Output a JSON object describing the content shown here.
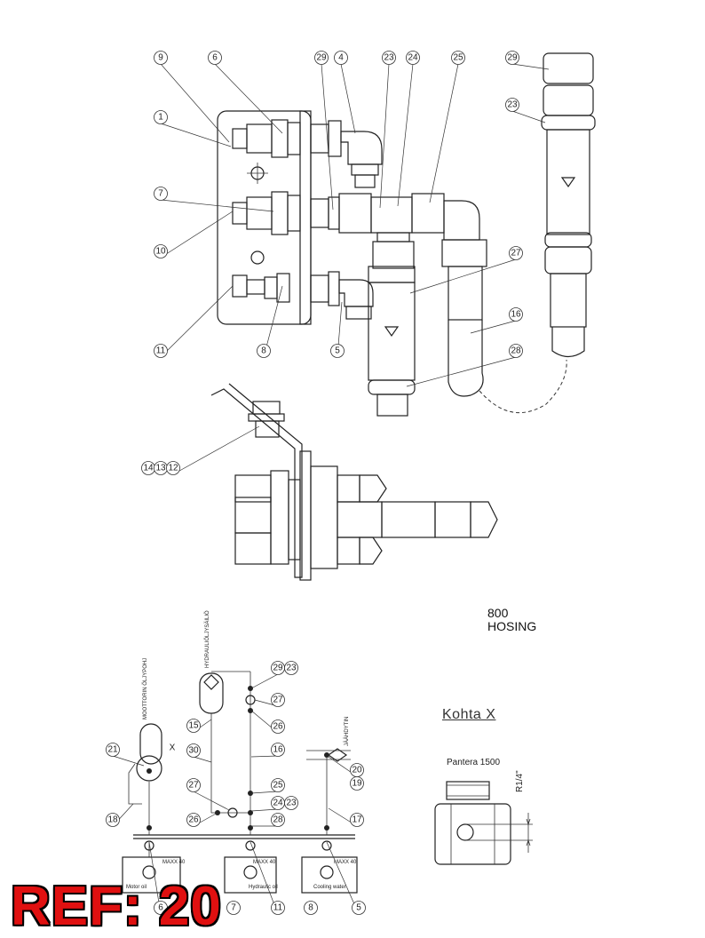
{
  "title": {
    "line1": "800",
    "line2": "HOSING"
  },
  "detail": {
    "title": "Kohta X",
    "model": "Pantera 1500",
    "thread": "R1/4\""
  },
  "ref_label": "REF: 20",
  "schematic_labels": {
    "moottori": "MOOTTORIN ÖLJYPOHJ",
    "hydrauli": "HYDRAULIÖLJYSÄILIÖ",
    "jaahdytin": "JÄÄHDYTIN",
    "x_mark": "X",
    "motor_oil": "Motor oil",
    "hydraulic_oil": "Hydraulic oil",
    "cooling_water": "Cooling water",
    "sensor_tag": "MAXX 40"
  },
  "callouts_top": [
    "9",
    "6",
    "29",
    "4",
    "23",
    "24",
    "25",
    "29",
    "23",
    "1",
    "7",
    "10",
    "11",
    "8",
    "5",
    "27",
    "16",
    "28"
  ],
  "callouts_mid": [
    "14",
    "13",
    "12"
  ],
  "callouts_schematic": [
    "29",
    "23",
    "27",
    "15",
    "26",
    "21",
    "30",
    "16",
    "18",
    "27",
    "25",
    "24",
    "23",
    "28",
    "26",
    "20",
    "19",
    "17",
    "6",
    "7",
    "11",
    "8",
    "5"
  ]
}
